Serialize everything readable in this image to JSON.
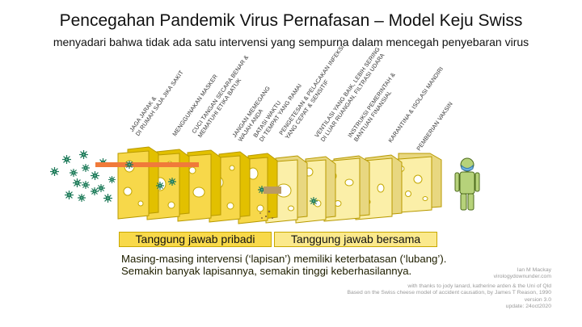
{
  "title": "Pencegahan Pandemik Virus Pernafasan – Model Keju Swiss",
  "subtitle": "menyadari bahwa tidak ada satu intervensi yang sempurna dalam mencegah penyebaran virus",
  "layers": [
    {
      "line1": "JAGA JARAK &",
      "line2": "DI RUMAH SAJA JIKA SAKIT"
    },
    {
      "line1": "MENGGUNAKAN MASKER",
      "line2": ""
    },
    {
      "line1": "CUCI TANGAN SECARA BENAR &",
      "line2": "MEMATUHI ETIKA BATUK"
    },
    {
      "line1": "JANGAN MEMEGANG",
      "line2": "WAJAH ANDA"
    },
    {
      "line1": "BATASI WAKTU",
      "line2": "DI TEMPAT YANG RAMAI"
    },
    {
      "line1": "PENGETESAN & PELACAKAN INFEKSI",
      "line2": "YANG CEPAT & SENSITIF"
    },
    {
      "line1": "VENTILASI YANG BAIK, LEBIH SERING",
      "line2": "DI LUAR RUANGAN, FILTRASI UDARA"
    },
    {
      "line1": "INSTRUKSI PEMERINTAH &",
      "line2": "BANTUAN FINANSIAL"
    },
    {
      "line1": "KARANTINA & ISOLASI MANDIRI",
      "line2": ""
    },
    {
      "line1": "PEMBERIAN VAKSIN",
      "line2": ""
    }
  ],
  "responsibility": {
    "personal": "Tanggung jawab pribadi",
    "shared": "Tanggung jawab bersama"
  },
  "notes": {
    "line1": "Masing-masing intervensi (‘lapisan’) memiliki keterbatasan (‘lubang’).",
    "line2": "Semakin banyak lapisannya, semakin tinggi keberhasilannya."
  },
  "credits": {
    "author": "Ian M Mackay",
    "site": "virologydownunder.com",
    "thanks": "with thanks to jody lanard, katherine arden & the Uni of Qld",
    "based_on": "Based on the Swiss cheese model of accident causation, by James T Reason, 1990",
    "version": "version 3.0",
    "update": "update: 24oct2020"
  },
  "colors": {
    "cheese_personal": "#f7d84a",
    "cheese_shared": "#fbefa8",
    "cheese_edge": "#b89a00",
    "virus": "#1f7a5a",
    "arrow": "#f07a3a",
    "person": "#b6d27a"
  },
  "icons": [
    "virus-particle-icon",
    "virus-arrow-icon",
    "person-icon",
    "face-mask-icon"
  ]
}
